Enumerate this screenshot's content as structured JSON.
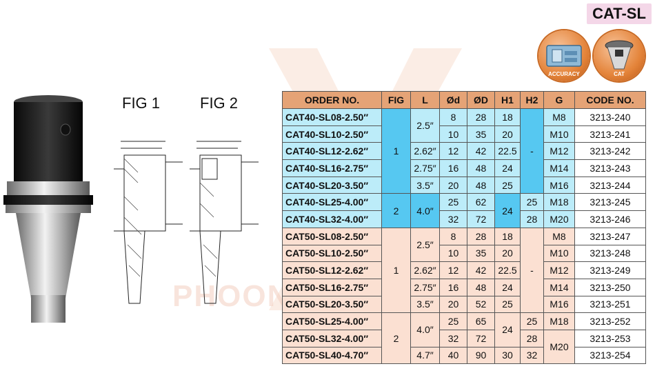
{
  "badge": "CAT-SL",
  "icons": {
    "accuracy": {
      "name": "accuracy-icon",
      "label": "ACCURACY"
    },
    "cat": {
      "name": "cat-taper-icon",
      "label": "CAT"
    }
  },
  "watermark": {
    "text": "PHOONG TAN"
  },
  "figures": {
    "fig1": "FIG 1",
    "fig2": "FIG 2"
  },
  "colors": {
    "header": "#e5a376",
    "cat40_light": "#bcecf9",
    "cat40_dark": "#56c8f1",
    "cat50": "#fbe0d2",
    "accent": "#e4843a"
  },
  "table": {
    "headers": [
      "ORDER NO.",
      "FIG",
      "L",
      "Ød",
      "ØD",
      "H1",
      "H2",
      "G",
      "CODE NO."
    ],
    "rows": [
      {
        "order": "CAT40-SL08-2.50″",
        "d": "8",
        "D": "28",
        "h1": "18",
        "g": "M8",
        "code": "3213-240"
      },
      {
        "order": "CAT40-SL10-2.50″",
        "d": "10",
        "D": "35",
        "h1": "20",
        "g": "M10",
        "code": "3213-241"
      },
      {
        "order": "CAT40-SL12-2.62″",
        "d": "12",
        "D": "42",
        "h1": "22.5",
        "g": "M12",
        "code": "3213-242"
      },
      {
        "order": "CAT40-SL16-2.75″",
        "d": "16",
        "D": "48",
        "h1": "24",
        "g": "M14",
        "code": "3213-243"
      },
      {
        "order": "CAT40-SL20-3.50″",
        "d": "20",
        "D": "48",
        "h1": "25",
        "g": "M16",
        "code": "3213-244"
      },
      {
        "order": "CAT40-SL25-4.00″",
        "d": "25",
        "D": "62",
        "h2": "25",
        "g": "M18",
        "code": "3213-245"
      },
      {
        "order": "CAT40-SL32-4.00″",
        "d": "32",
        "D": "72",
        "h2": "28",
        "g": "M20",
        "code": "3213-246"
      },
      {
        "order": "CAT50-SL08-2.50″",
        "d": "8",
        "D": "28",
        "h1": "18",
        "g": "M8",
        "code": "3213-247"
      },
      {
        "order": "CAT50-SL10-2.50″",
        "d": "10",
        "D": "35",
        "h1": "20",
        "g": "M10",
        "code": "3213-248"
      },
      {
        "order": "CAT50-SL12-2.62″",
        "d": "12",
        "D": "42",
        "h1": "22.5",
        "g": "M12",
        "code": "3213-249"
      },
      {
        "order": "CAT50-SL16-2.75″",
        "d": "16",
        "D": "48",
        "h1": "24",
        "g": "M14",
        "code": "3213-250"
      },
      {
        "order": "CAT50-SL20-3.50″",
        "d": "20",
        "D": "52",
        "h1": "25",
        "g": "M16",
        "code": "3213-251"
      },
      {
        "order": "CAT50-SL25-4.00″",
        "d": "25",
        "D": "65",
        "h2": "25",
        "g": "M18",
        "code": "3213-252"
      },
      {
        "order": "CAT50-SL32-4.00″",
        "d": "32",
        "D": "72",
        "h2": "28",
        "code": "3213-253"
      },
      {
        "order": "CAT50-SL40-4.70″",
        "d": "40",
        "D": "90",
        "h1": "30",
        "h2": "32",
        "L": "4.7″",
        "code": "3213-254"
      }
    ],
    "merged": {
      "fig_cat40_a": "1",
      "fig_cat40_b": "2",
      "fig_cat50_a": "1",
      "fig_cat50_b": "2",
      "l_25_cat40": "2.5″",
      "l_262_cat40": "2.62″",
      "l_275_cat40": "2.75″",
      "l_35_cat40": "3.5″",
      "l_40_cat40": "4.0″",
      "l_25_cat50": "2.5″",
      "l_262_cat50": "2.62″",
      "l_275_cat50": "2.75″",
      "l_35_cat50": "3.5″",
      "l_40_cat50": "4.0″",
      "h2_cat40": "-",
      "h2_cat50": "-",
      "h1_cat40_b": "24",
      "h1_cat50_b": "24",
      "g_cat50_m20": "M20"
    }
  }
}
